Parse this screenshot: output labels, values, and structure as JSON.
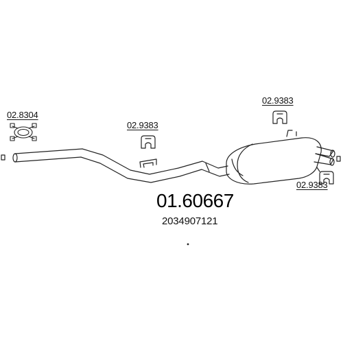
{
  "diagram": {
    "main_part_number": "01.60667",
    "oem_number": "2034907121",
    "labels": {
      "clamp": "02.8304",
      "hanger_center": "02.9383",
      "hanger_top_right": "02.9383",
      "hanger_right": "02.9383"
    }
  },
  "components": {
    "exhaust_pipe_with_silencer": "exhaust-silencer-icon",
    "clamp": "pipe-clamp-icon",
    "rubber_hanger": "rubber-hanger-icon"
  }
}
